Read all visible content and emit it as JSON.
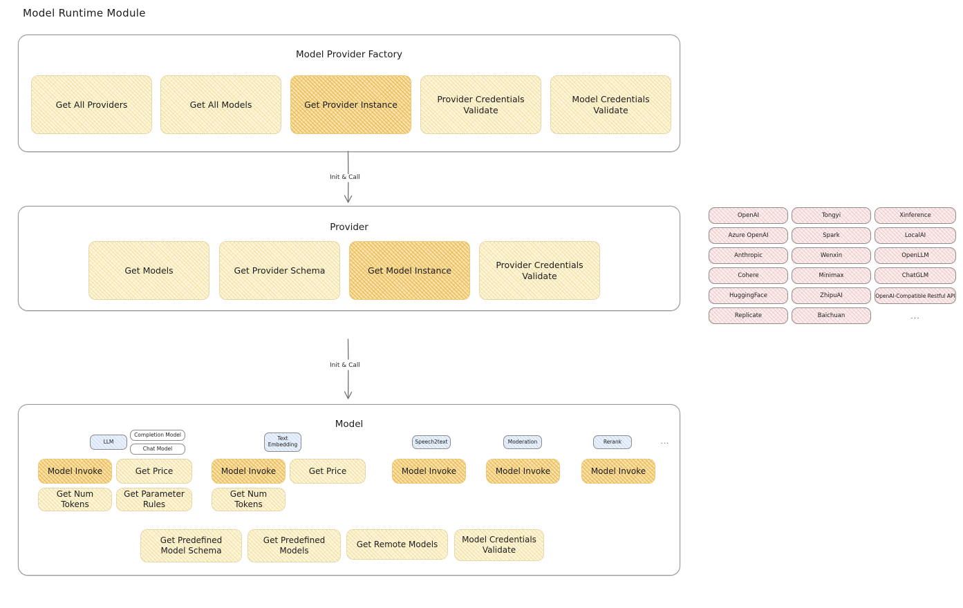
{
  "page": {
    "title": "Model Runtime Module"
  },
  "factory": {
    "title": "Model Provider Factory",
    "nodes": [
      {
        "label": "Get All Providers",
        "highlight": false
      },
      {
        "label": "Get All Models",
        "highlight": false
      },
      {
        "label": "Get Provider Instance",
        "highlight": true
      },
      {
        "label": "Provider Credentials Validate",
        "highlight": false
      },
      {
        "label": "Model Credentials Validate",
        "highlight": false
      }
    ]
  },
  "arrows": [
    {
      "label": "Init & Call"
    },
    {
      "label": "Init & Call"
    }
  ],
  "provider": {
    "title": "Provider",
    "nodes": [
      {
        "label": "Get Models",
        "highlight": false
      },
      {
        "label": "Get Provider Schema",
        "highlight": false
      },
      {
        "label": "Get Model Instance",
        "highlight": true
      },
      {
        "label": "Provider Credentials Validate",
        "highlight": false
      }
    ]
  },
  "provider_list": {
    "columns": [
      [
        "OpenAI",
        "Azure OpenAI",
        "Anthropic",
        "Cohere",
        "HuggingFace",
        "Replicate"
      ],
      [
        "Tongyi",
        "Spark",
        "Wenxin",
        "Minimax",
        "ZhipuAI",
        "Baichuan"
      ],
      [
        "Xinference",
        "LocalAI",
        "OpenLLM",
        "ChatGLM",
        "OpenAI-Compatible Restful API",
        "..."
      ]
    ]
  },
  "model": {
    "title": "Model",
    "tags": [
      {
        "label": "LLM",
        "style": "blue"
      },
      {
        "label": "Completion Model",
        "style": "white"
      },
      {
        "label": "Chat Model",
        "style": "white"
      },
      {
        "label": "Text Embedding",
        "style": "blue"
      },
      {
        "label": "Speech2text",
        "style": "blue"
      },
      {
        "label": "Moderation",
        "style": "blue"
      },
      {
        "label": "Rerank",
        "style": "blue"
      },
      {
        "label": "...",
        "style": "dots"
      }
    ],
    "nodes": [
      {
        "label": "Model Invoke",
        "highlight": true
      },
      {
        "label": "Get Price",
        "highlight": false
      },
      {
        "label": "Get Num Tokens",
        "highlight": false
      },
      {
        "label": "Get Parameter Rules",
        "highlight": false
      },
      {
        "label": "Model Invoke",
        "highlight": true
      },
      {
        "label": "Get Price",
        "highlight": false
      },
      {
        "label": "Get Num Tokens",
        "highlight": false
      },
      {
        "label": "Model Invoke",
        "highlight": true
      },
      {
        "label": "Model Invoke",
        "highlight": true
      },
      {
        "label": "Model Invoke",
        "highlight": true
      }
    ],
    "bottom_nodes": [
      {
        "label": "Get Predefined Model Schema"
      },
      {
        "label": "Get Predefined Models"
      },
      {
        "label": "Get Remote Models"
      },
      {
        "label": "Model Credentials Validate"
      }
    ]
  },
  "colors": {
    "node_fill": "#fdf6dd",
    "node_highlight": "#fbe3ae",
    "chip_fill": "#fbeeee",
    "tag_blue": "#e8f1fb",
    "stroke": "#9a9a9a"
  }
}
